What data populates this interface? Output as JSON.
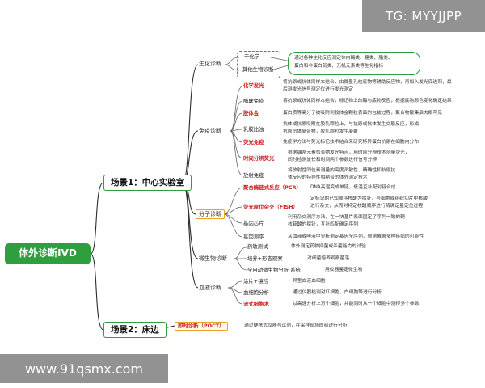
{
  "root": "体外诊断IVD",
  "watermark_tg": "TG: MYYJJPP",
  "watermark_url": "www.91qsmx.com",
  "scene1": {
    "label": "场景1：中心实验室",
    "biochem": {
      "label": "生化诊断",
      "sub1": "干化学",
      "sub2": "其他生物诊断",
      "desc_line1": "通过各种生化反应测定体内酶类、糖类、脂类、",
      "desc_line2": "蛋白和非蛋白氮类、无机元素类等生化指标"
    },
    "immuno": {
      "label": "免疫诊断",
      "items": [
        {
          "label": "化学发光",
          "desc": [
            "将抗原或抗体同样本结合，由微量孔检底物等辅助反应物，再加入发光底进剂，最",
            "后测发光信号测定仪进行发光测定"
          ]
        },
        {
          "label": "酶联免疫",
          "desc": [
            "将抗原或抗体同样本结合，标记物上的酶与底物反应，根据底物颜色变化确定结果"
          ]
        },
        {
          "label": "胶体金",
          "desc": [
            "蛋白质等高分子被吸附到胶体金颗粒表面的包被过程，聚合物聚集后肉眼可见"
          ]
        },
        {
          "label": "乳胶比浊",
          "desc": [
            "抗体或抗原吸附在胶乳颗粒上，与抗原或抗体发生交联反应，形成",
            "抗原抗体复合物，胶乳颗粒发生凝聚"
          ]
        },
        {
          "label": "荧光免疫",
          "desc": [
            "免疫学方法与荧光标记技术结合来研究特异蛋白抗原在细胞内分布"
          ]
        },
        {
          "label": "时间分辨荧光",
          "desc": [
            "根据镧系元素螯合物发光特点，用时间分辨技术测量荧光，",
            "同时检测波长和时间两个参数进行信号分辨"
          ]
        },
        {
          "label": "放射免疫",
          "desc": [
            "将放射性同位素测量的高度灵敏性、精确性和抗原抗",
            "体反应的特异性相结合的体外测定技术"
          ]
        }
      ]
    },
    "molecular": {
      "label": "分子诊断",
      "items": [
        {
          "label": "聚合酶链式反应（PCR）",
          "desc": [
            "DNA高温变成单链，低温互补配对链合成"
          ]
        },
        {
          "label": "荧光原位杂交（FISH）",
          "desc": [
            "定标记的已知顺序核酸为探针，与细胞或组织切片中核酸",
            "进行杂交，从而对特定核酸顺序进行精确定量定位过程"
          ]
        },
        {
          "label": "基因芯片",
          "desc": [
            "利用杂交测序方法，在一块基片表面固定了序列一致的靶",
            "核苷酸的探针，互补匹配确定序列"
          ]
        },
        {
          "label": "基因测序",
          "desc": [
            "从血液或唾液中分析测定基因全序列，预测罹患多种疾病的可能性"
          ]
        }
      ]
    },
    "microbio": {
      "label": "微生物诊断",
      "items": [
        {
          "label": "药敏测试",
          "desc": [
            "体外测定药物抑菌或杀菌能力的试验"
          ]
        },
        {
          "label": "培养+形态观察",
          "desc": [
            "对细菌培养观察菌落"
          ]
        },
        {
          "label": "全自动微生物分析 系统",
          "desc": [
            "用仪器鉴定微生物"
          ]
        }
      ]
    },
    "blood": {
      "label": "血液诊断",
      "items": [
        {
          "label": "涂片+镜检",
          "desc": [
            "异型血液血细胞"
          ]
        },
        {
          "label": "血细胞分析",
          "desc": [
            "通过仪器检测对红细胞、白细胞等进行分析"
          ]
        },
        {
          "label": "流式细胞术",
          "desc": [
            "以高速分析上万个细胞，并能同时从一个细胞中测得多个参数"
          ]
        }
      ]
    }
  },
  "scene2": {
    "label": "场景2：床边",
    "poct": {
      "label": "即时诊断（POCT）",
      "desc": "通过便携式仪器与试剂，在采样现场即刻进行分析"
    }
  },
  "colors": {
    "green": "#2e9e3e",
    "red": "#d01c1c",
    "blue": "#1f5fbf",
    "orange": "#e8a326"
  }
}
